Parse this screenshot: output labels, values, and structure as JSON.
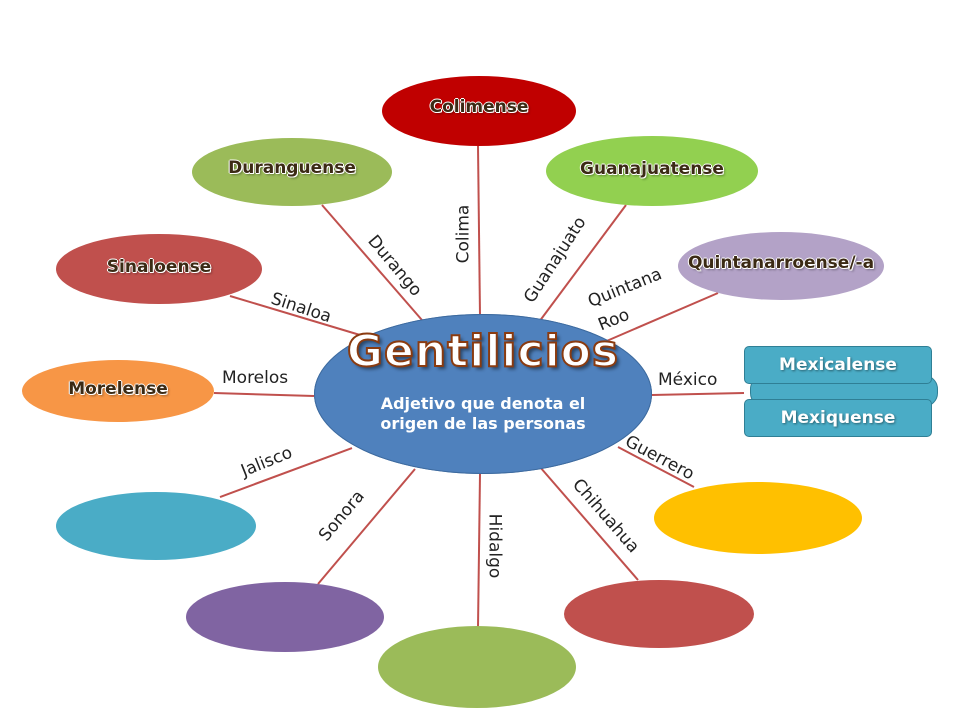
{
  "center": {
    "title": "Gentilicios",
    "subtitle_line1": "Adjetivo que denota el",
    "subtitle_line2": "origen de las personas"
  },
  "nodes": [
    {
      "id": "colima",
      "state": "Colima",
      "gentilicio": "Colimense",
      "color": "#c00000"
    },
    {
      "id": "guanajuato",
      "state": "Guanajuato",
      "gentilicio": "Guanajuatense",
      "color": "#92d050"
    },
    {
      "id": "quintana-roo",
      "state_line1": "Quintana",
      "state_line2": "Roo",
      "gentilicio": "Quintanarroense/-a",
      "color": "#b3a2c7"
    },
    {
      "id": "mexico",
      "state": "México",
      "gentilicios": [
        "Mexicalense",
        "Mexiquense"
      ],
      "color": "#4aacc6"
    },
    {
      "id": "guerrero",
      "state": "Guerrero",
      "gentilicio": "",
      "color": "#ffc000"
    },
    {
      "id": "chihuahua",
      "state": "Chihuahua",
      "gentilicio": "",
      "color": "#c0504d"
    },
    {
      "id": "hidalgo",
      "state": "Hidalgo",
      "gentilicio": "",
      "color": "#9bbb59"
    },
    {
      "id": "sonora",
      "state": "Sonora",
      "gentilicio": "",
      "color": "#8064a2"
    },
    {
      "id": "jalisco",
      "state": "Jalisco",
      "gentilicio": "",
      "color": "#4aacc6"
    },
    {
      "id": "morelos",
      "state": "Morelos",
      "gentilicio": "Morelense",
      "color": "#f79646"
    },
    {
      "id": "sinaloa",
      "state": "Sinaloa",
      "gentilicio": "Sinaloense",
      "color": "#c0504d"
    },
    {
      "id": "durango",
      "state": "Durango",
      "gentilicio": "Duranguense",
      "color": "#9bbb59"
    }
  ],
  "connector_color": "#c0504d"
}
